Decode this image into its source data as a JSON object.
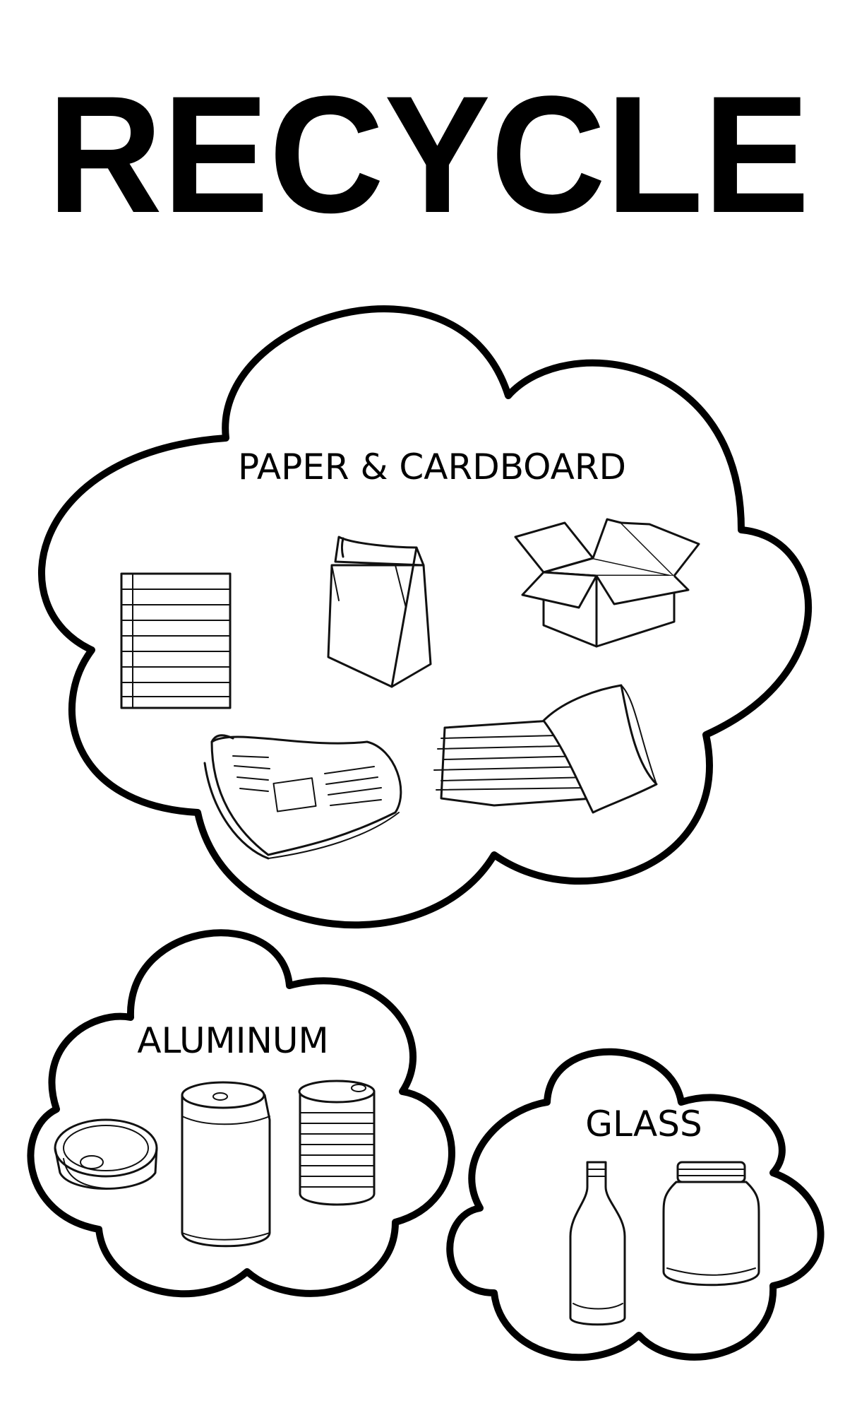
{
  "title": "RECYCLE",
  "categories": {
    "paper": {
      "label": "PAPER & CARDBOARD",
      "items": [
        "lined-paper-icon",
        "paper-bag-icon",
        "cardboard-box-icon",
        "newspaper-icon",
        "paper-stack-icon"
      ]
    },
    "aluminum": {
      "label": "ALUMINUM",
      "items": [
        "tuna-can-icon",
        "soda-can-icon",
        "tin-can-icon"
      ]
    },
    "glass": {
      "label": "GLASS",
      "items": [
        "glass-bottle-icon",
        "glass-jar-icon"
      ]
    }
  },
  "colors": {
    "ink": "#000000",
    "background": "#ffffff"
  }
}
